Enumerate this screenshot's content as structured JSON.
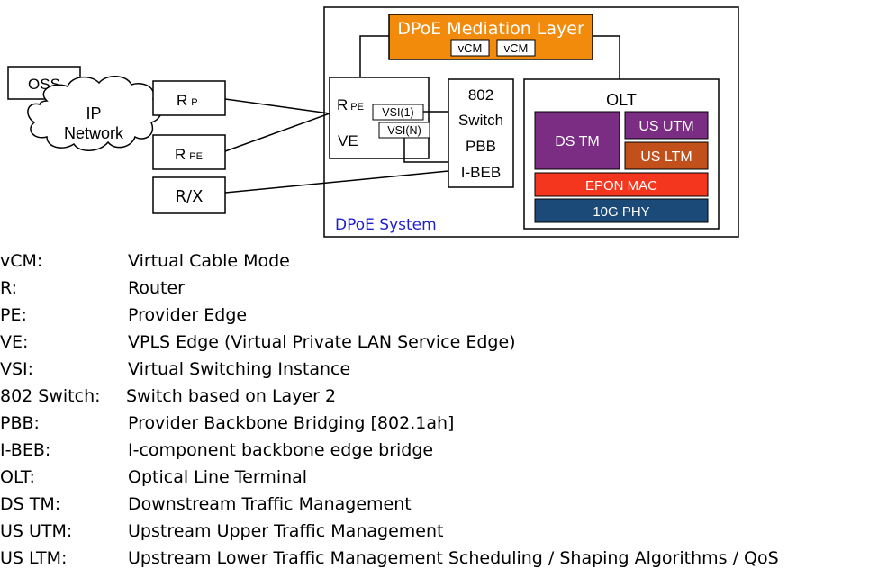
{
  "diagram": {
    "mediation_layer": {
      "title": "DPoE Mediation Layer",
      "vcm_labels": [
        "vCM",
        "vCM"
      ],
      "fill": "#f28a0c"
    },
    "system_label": "DPoE System",
    "system_label_color": "#1f1fd0",
    "oss_label": "OSS",
    "cloud_label_line1": "IP",
    "cloud_label_line2": "Network",
    "rp": {
      "main": "R",
      "sub": "P"
    },
    "rpe_left": {
      "main": "R",
      "sub": "PE"
    },
    "rx_label": "R/X",
    "ve_box": {
      "main": "R",
      "sub": "PE",
      "ve_label": "VE",
      "vsi_labels": [
        "VSI(1)",
        "VSI(N)"
      ]
    },
    "switch_box_lines": [
      "802",
      "Switch",
      "PBB",
      "I-BEB"
    ],
    "olt": {
      "title": "OLT",
      "ds_tm": {
        "label": "DS TM",
        "fill": "#7b2c83"
      },
      "us_utm": {
        "label": "US UTM",
        "fill": "#7b2c83"
      },
      "us_ltm": {
        "label": "US LTM",
        "fill": "#c1501a"
      },
      "epon_mac": {
        "label": "EPON MAC",
        "fill": "#f5361f"
      },
      "phy_10g": {
        "label": "10G PHY",
        "fill": "#1c4a78"
      }
    }
  },
  "legend": [
    {
      "term": "vCM:",
      "definition": "Virtual Cable Mode"
    },
    {
      "term": "R:",
      "definition": "Router"
    },
    {
      "term": "PE:",
      "definition": "Provider Edge"
    },
    {
      "term": "VE:",
      "definition": "VPLS Edge (Virtual Private LAN Service Edge)"
    },
    {
      "term": "VSI:",
      "definition": "Virtual Switching Instance"
    },
    {
      "term": "802 Switch:",
      "definition": "Switch based on Layer 2"
    },
    {
      "term": "PBB:",
      "definition": "Provider Backbone Bridging [802.1ah]"
    },
    {
      "term": "I-BEB:",
      "definition": "I-component backbone edge bridge"
    },
    {
      "term": "OLT:",
      "definition": "Optical Line Terminal"
    },
    {
      "term": "DS TM:",
      "definition": "Downstream Traffic Management"
    },
    {
      "term": "US UTM:",
      "definition": "Upstream Upper Traffic Management"
    },
    {
      "term": "US LTM:",
      "definition": "Upstream Lower Traffic Management Scheduling / Shaping Algorithms / QoS"
    }
  ]
}
